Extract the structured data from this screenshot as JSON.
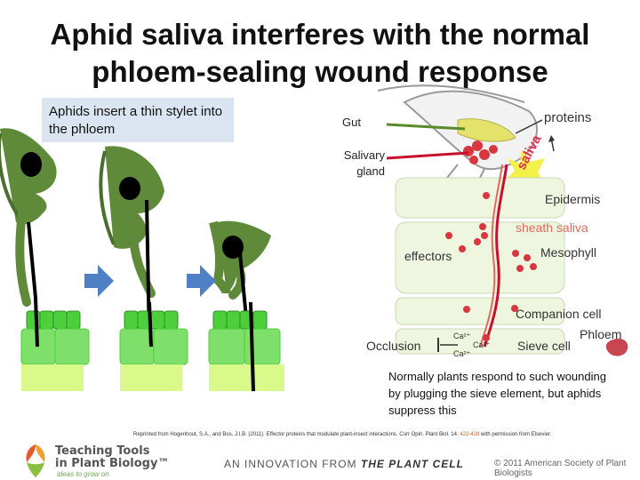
{
  "title": {
    "line1": "Aphid saliva interferes with the normal",
    "line2": "phloem-sealing wound response"
  },
  "intro_caption": "Aphids insert a thin stylet into the phloem",
  "diagram_labels": {
    "gut": "Gut",
    "salivary": "Salivary",
    "gland": "gland",
    "proteins": "proteins",
    "saliva": "saliva",
    "epidermis": "Epidermis",
    "sheath_saliva": "sheath saliva",
    "effectors": "effectors",
    "mesophyll": "Mesophyll",
    "companion_cell": "Companion cell",
    "phloem": "Phloem",
    "occlusion": "Occlusion",
    "sieve_cell": "Sieve cell",
    "ca": "Ca²⁺"
  },
  "caption2": "Normally plants respond to such wounding by plugging the sieve element, but aphids suppress this",
  "citation": {
    "text": "Reprinted from Hogenhout, S.A., and Bos, J.I.B. (2011). Effector proteins that modulate plant-insect interactions. Curr Opin. Plant Biol. 14:",
    "link": "422-428",
    "suffix": "with permission from Elsevier."
  },
  "footer": {
    "brand_line1": "Teaching Tools",
    "brand_line2": "in Plant Biology™",
    "tagline": "ideas to grow on",
    "innovation_prefix": "AN INNOVATION FROM",
    "innovation_brand": "THE PLANT CELL",
    "copyright": "© 2011 American Society of Plant Biologists"
  },
  "colors": {
    "aphid_green": "#5f8a3a",
    "cell_green": "#7ee06a",
    "cell_light": "#d9f98a",
    "arrow_blue": "#4f7fc4",
    "saliva_red": "#c8102e",
    "caption_bg": "#dbe5f1"
  }
}
